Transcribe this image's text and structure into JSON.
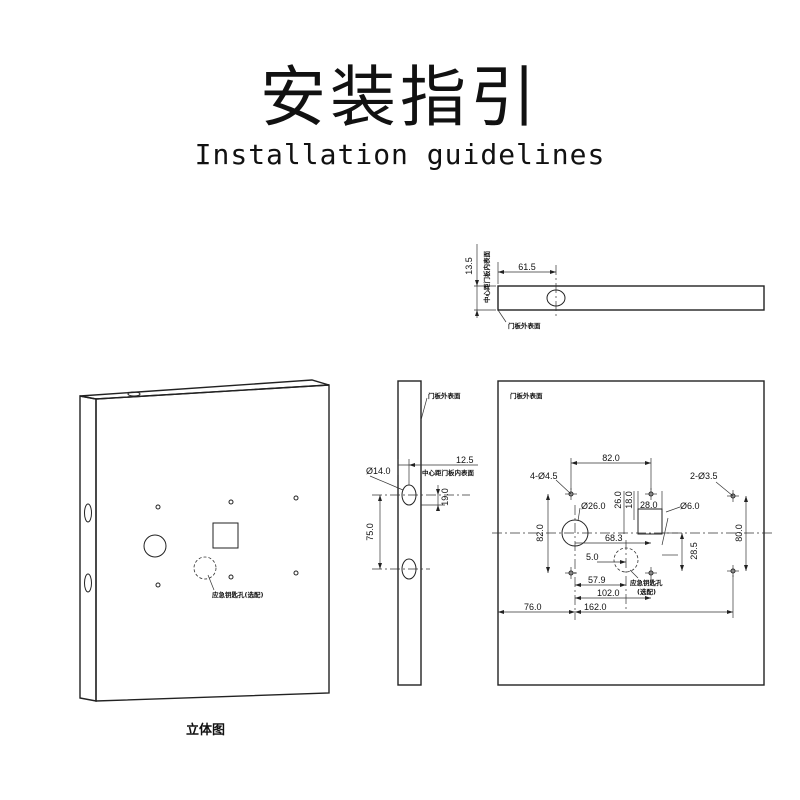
{
  "header": {
    "title_cn": "安装指引",
    "title_en": "Installation guidelines"
  },
  "top_section_view": {
    "dim_thickness": "13.5",
    "dim_offset": "61.5",
    "label_center_inner": "中心距门板内表面",
    "label_outer": "门板外表面"
  },
  "iso_view": {
    "label_key_hole": "应急钥匙孔(选配)",
    "caption": "立体图"
  },
  "side_view": {
    "label_outer": "门板外表面",
    "label_center_inner": "中心距门板内表面",
    "dim_hole_dia": "Ø14.0",
    "dim_depth": "12.5",
    "dim_hole_height": "19.0",
    "dim_spacing": "75.0"
  },
  "front_view": {
    "label_outer": "门板外表面",
    "dim_top_width": "82.0",
    "dim_4holes": "4-Ø4.5",
    "dim_2holes": "2-Ø3.5",
    "dim_square_h": "26.0",
    "dim_square_w": "28.0",
    "dim_square_in": "18.0",
    "dim_large_hole": "Ø26.0",
    "dim_small_hole": "Ø6.0",
    "dim_left_height": "82.0",
    "dim_right_height": "80.0",
    "dim_68": "68.3",
    "dim_28": "28.5",
    "dim_5": "5.0",
    "dim_579": "57.9",
    "dim_102": "102.0",
    "dim_162": "162.0",
    "dim_76": "76.0",
    "label_key_hole": "应急钥匙孔",
    "label_optional": "(选配)"
  }
}
